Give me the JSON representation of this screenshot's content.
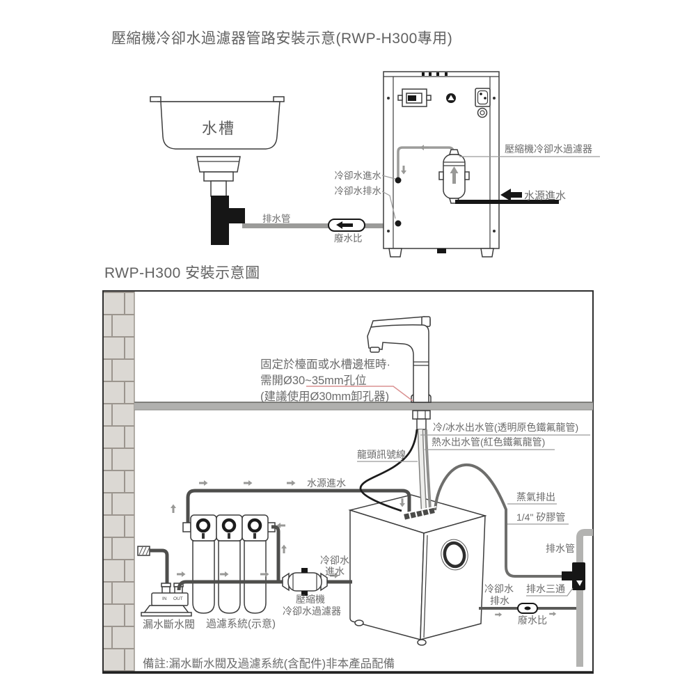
{
  "colors": {
    "ink": "#3c3c3c",
    "label_text": "#6b6b6b",
    "pipe_dark": "#4e4e4c",
    "pipe_steam": "#6e6e6c",
    "pipe_light_gray": "#b3b3b1",
    "black_parts": "#161616",
    "arrow_gray": "#999997",
    "pink_leader": "#da9191",
    "brick_fill": "#dbd8d3",
    "brick_line": "#9b958e",
    "counter_gray": "#b0b0ae"
  },
  "top": {
    "title": "壓縮機冷卻水過濾器管路安裝示意(RWP-H300專用)",
    "labels": {
      "sink": "水槽",
      "drain_pipe": "排水管",
      "waste_ratio": "廢水比",
      "cooling_water_in": "冷卻水進水",
      "cooling_water_drain": "冷卻水排水",
      "compressor_filter": "壓縮機冷卻水過濾器",
      "water_source_in": "水源進水"
    }
  },
  "bottom": {
    "title": "RWP-H300 安裝示意圖",
    "labels": {
      "mount_line1": "固定於檯面或水槽邊框時·",
      "mount_line2": "需開Ø30~35mm孔位",
      "mount_line3": "(建議使用Ø30mm卸孔器)",
      "cold_out": "冷/冰水出水管(透明原色鐵氟龍管)",
      "hot_out": "熱水出水管(紅色鐵氟龍管)",
      "faucet_signal": "龍頭訊號線",
      "water_source_in": "水源進水",
      "steam_out": "蒸氣排出",
      "silicone": "1/4\" 矽膠管",
      "drain_pipe": "排水管",
      "drain_tee": "排水三通",
      "cooling_in_l1": "冷卻水",
      "cooling_in_l2": "進水",
      "compressor_l1": "壓縮機",
      "compressor_l2": "冷卻水過濾器",
      "cooling_drain_l1": "冷卻水",
      "cooling_drain_l2": "排水",
      "waste_ratio": "廢水比",
      "leak_valve": "漏水斷水閥",
      "filter_system": "過濾系統(示意)",
      "valve_in": "IN",
      "valve_out": "OUT"
    },
    "note": "備註:漏水斷水閥及過濾系統(含配件)非本產品配備"
  }
}
